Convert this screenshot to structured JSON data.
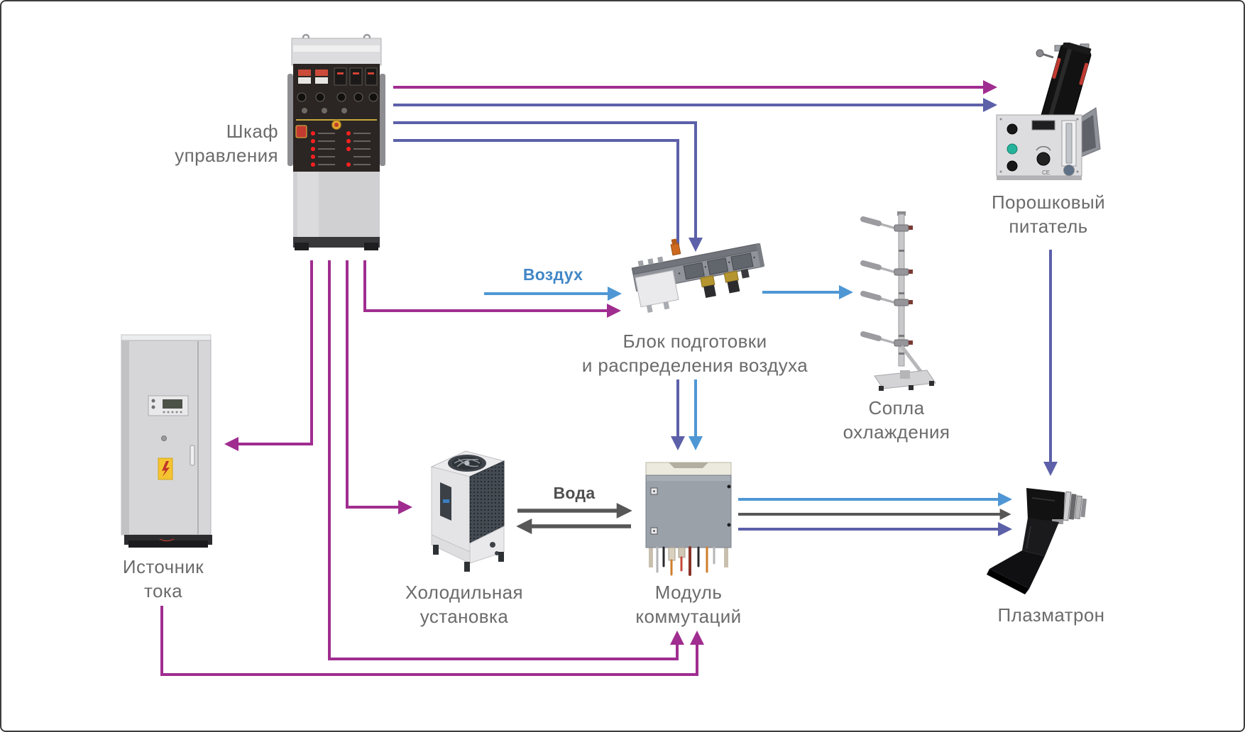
{
  "colors": {
    "purple": "#a02d90",
    "indigo": "#5c60a9",
    "blue": "#4f97d4",
    "gray": "#575757",
    "label_text": "#6b6b6b",
    "air_label": "#4187c6",
    "water_label": "#4f4f4f"
  },
  "labels": {
    "control_cabinet": {
      "line1": "Шкаф",
      "line2": "управления"
    },
    "powder_feeder": {
      "line1": "Порошковый",
      "line2": "питатель"
    },
    "air_unit": {
      "line1": "Блок подготовки",
      "line2": "и распределения воздуха"
    },
    "cooling_nozzles": {
      "line1": "Сопла",
      "line2": "охлаждения"
    },
    "power_source": {
      "line1": "Источник",
      "line2": "тока"
    },
    "chiller": {
      "line1": "Холодильная",
      "line2": "установка"
    },
    "switching_module": {
      "line1": "Модуль",
      "line2": "коммутаций"
    },
    "plasmatron": {
      "line1": "Плазматрон"
    }
  },
  "flow_labels": {
    "air": "Воздух",
    "water": "Вода"
  }
}
